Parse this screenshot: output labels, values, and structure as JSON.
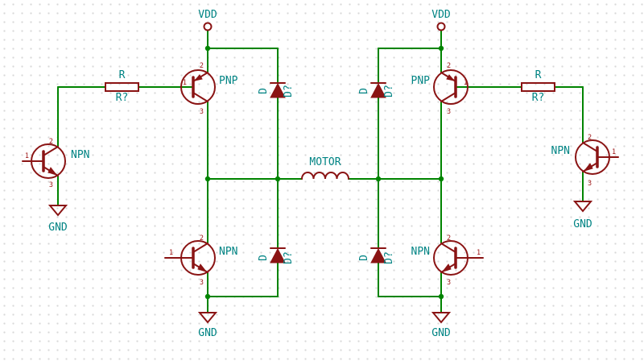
{
  "colors": {
    "background": "#ffffff",
    "grid_dot": "#d8d8d8",
    "wire": "#008400",
    "component": "#8a1414",
    "label": "#008484",
    "pin_number": "#9c1414"
  },
  "power": {
    "vdd": "VDD",
    "gnd": "GND"
  },
  "components": {
    "motor": {
      "label": "MOTOR"
    },
    "transistors": {
      "pnp": "PNP",
      "npn": "NPN"
    },
    "resistor": {
      "ref": "R",
      "value": "R?"
    },
    "diode": {
      "ref": "D",
      "value": "D?"
    },
    "pins": {
      "base": "1",
      "collector": "2",
      "emitter": "3"
    }
  }
}
